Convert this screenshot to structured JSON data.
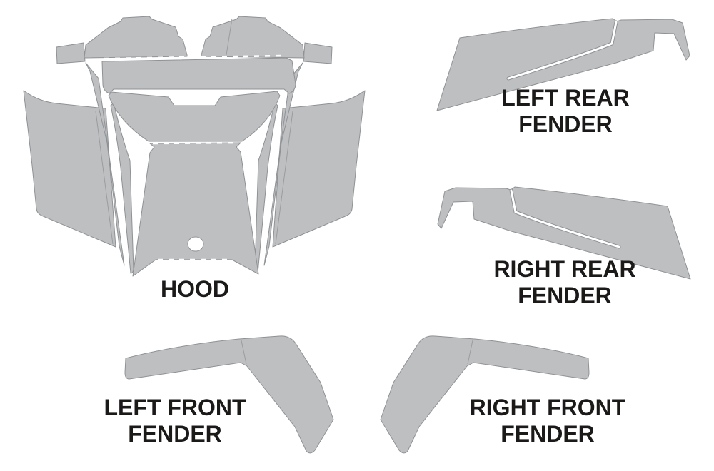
{
  "page": {
    "background_color": "#ffffff",
    "title": "UTV body panel wrap template diagram"
  },
  "diagram": {
    "type": "parts-diagram",
    "part_fill_color": "#bdbfc1",
    "part_outline_color": "#8f9295",
    "fold_line_color": "#9a9da0",
    "label_color": "#1c1a19",
    "parts": {
      "hood": {
        "label": "HOOD"
      },
      "left_rear_fender": {
        "label_line1": "LEFT REAR",
        "label_line2": "FENDER"
      },
      "right_rear_fender": {
        "label_line1": "RIGHT REAR",
        "label_line2": "FENDER"
      },
      "left_front_fender": {
        "label_line1": "LEFT FRONT",
        "label_line2": "FENDER"
      },
      "right_front_fender": {
        "label_line1": "RIGHT FRONT",
        "label_line2": "FENDER"
      }
    }
  }
}
